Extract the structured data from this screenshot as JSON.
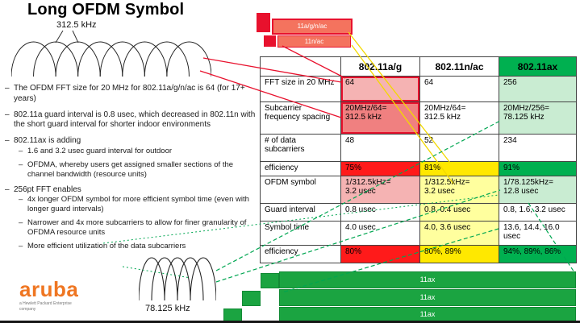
{
  "slide": {
    "title": "Long OFDM Symbol",
    "top_diagram_label": "312.5 kHz",
    "bottom_diagram_label": "78.125 kHz",
    "bullets": [
      {
        "text": "The OFDM FFT size for 20 MHz for 802.11a/g/n/ac is 64 (for 17+ years)",
        "subs": []
      },
      {
        "text": "802.11a guard interval is 0.8 usec, which decreased in 802.11n with the short guard interval for shorter indoor environments",
        "subs": []
      },
      {
        "text": "802.11ax is adding",
        "subs": [
          "1.6 and 3.2 usec guard interval for outdoor",
          "OFDMA, whereby users get assigned smaller sections of the channel bandwidth (resource units)"
        ]
      },
      {
        "text": "256pt FFT enables",
        "subs": [
          "4x longer OFDM symbol for more efficient symbol time (even with longer guard intervals)",
          "Narrower and 4x more subcarriers to allow for finer granularity of OFDMA resource units",
          "More efficient utilization of the data subcarriers"
        ]
      }
    ],
    "top_bars": [
      {
        "label": "11a/g/n/ac"
      },
      {
        "label": "11n/ac"
      }
    ],
    "bottom_bars": [
      {
        "label": "11ax"
      },
      {
        "label": "11ax"
      },
      {
        "label": "11ax"
      }
    ],
    "logo": {
      "brand": "aruba",
      "tagline": "a Hewlett Packard Enterprise company"
    }
  },
  "table": {
    "headers": [
      "",
      "802.11a/g",
      "802.11n/ac",
      "802.11ax"
    ],
    "rows": [
      {
        "label": "FFT size in 20 MHz",
        "cells": [
          "64",
          "64",
          "256"
        ]
      },
      {
        "label": "Subcarrier frequency spacing",
        "cells": [
          "20MHz/64=\n312.5 kHz",
          "20MHz/64=\n312.5 kHz",
          "20MHz/256=\n78.125 kHz"
        ]
      },
      {
        "label": "# of data subcarriers",
        "cells": [
          "48",
          "52",
          "234"
        ]
      },
      {
        "label": "efficiency",
        "cells": [
          "75%",
          "81%",
          "91%"
        ]
      },
      {
        "label": "OFDM symbol",
        "cells": [
          "1/312.5kHz=\n3.2 usec",
          "1/312.5kHz=\n3.2 usec",
          "1/78.125kHz=\n12.8 usec"
        ]
      },
      {
        "label": "Guard interval",
        "cells": [
          "0.8 usec",
          "0.8, 0.4 usec",
          "0.8, 1.6, 3.2 usec"
        ]
      },
      {
        "label": "Symbol time",
        "cells": [
          "4.0 usec",
          "4.0, 3.6 usec",
          "13.6, 14.4, 16.0 usec"
        ]
      },
      {
        "label": "efficiency",
        "cells": [
          "80%",
          "80%, 89%",
          "94%, 89%, 86%"
        ]
      }
    ]
  },
  "colors": {
    "highlight_red": "#e8112d",
    "cell_red": "#ff1a1a",
    "cell_pink": "#f5b3b3",
    "cell_salmon": "#f08080",
    "cell_yellow": "#ffe800",
    "cell_light_yellow": "#ffff9e",
    "cell_green": "#00b050",
    "cell_light_green": "#c9ecd2",
    "bar_green": "#1ba441",
    "bar_salmon": "#f4735e",
    "aruba_orange": "#ef7622"
  }
}
